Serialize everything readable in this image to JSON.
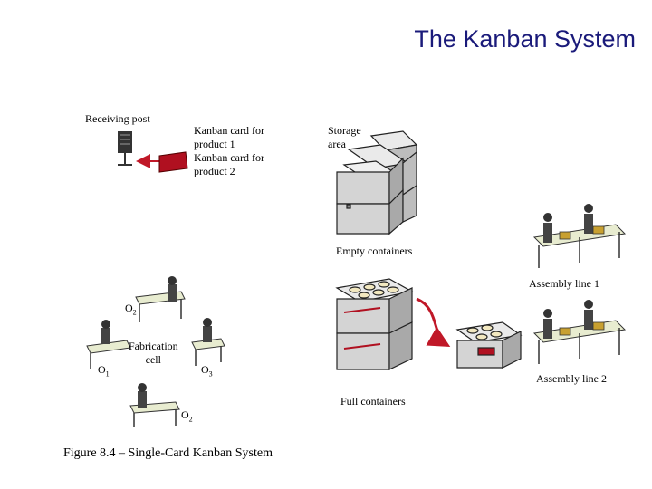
{
  "title": "The Kanban System",
  "labels": {
    "receiving_post": "Receiving post",
    "kanban_card_1": "Kanban card for\nproduct 1",
    "kanban_card_2": "Kanban card for\nproduct 2",
    "storage_area": "Storage\narea",
    "empty_containers": "Empty containers",
    "assembly_line_1": "Assembly line 1",
    "assembly_line_2": "Assembly line 2",
    "full_containers": "Full containers",
    "fabrication_cell": "Fabrication\ncell",
    "o1": "O",
    "o1_sub": "1",
    "o2_top": "O",
    "o2_top_sub": "2",
    "o3": "O",
    "o3_sub": "3",
    "o2_bottom": "O",
    "o2_bottom_sub": "2"
  },
  "caption": "Figure 8.4 – Single-Card Kanban System",
  "colors": {
    "title": "#1a1a7a",
    "card_red": "#b01020",
    "arrow_red": "#c01828",
    "box_gray": "#d4d4d4",
    "table_green": "#e8ecd0"
  }
}
